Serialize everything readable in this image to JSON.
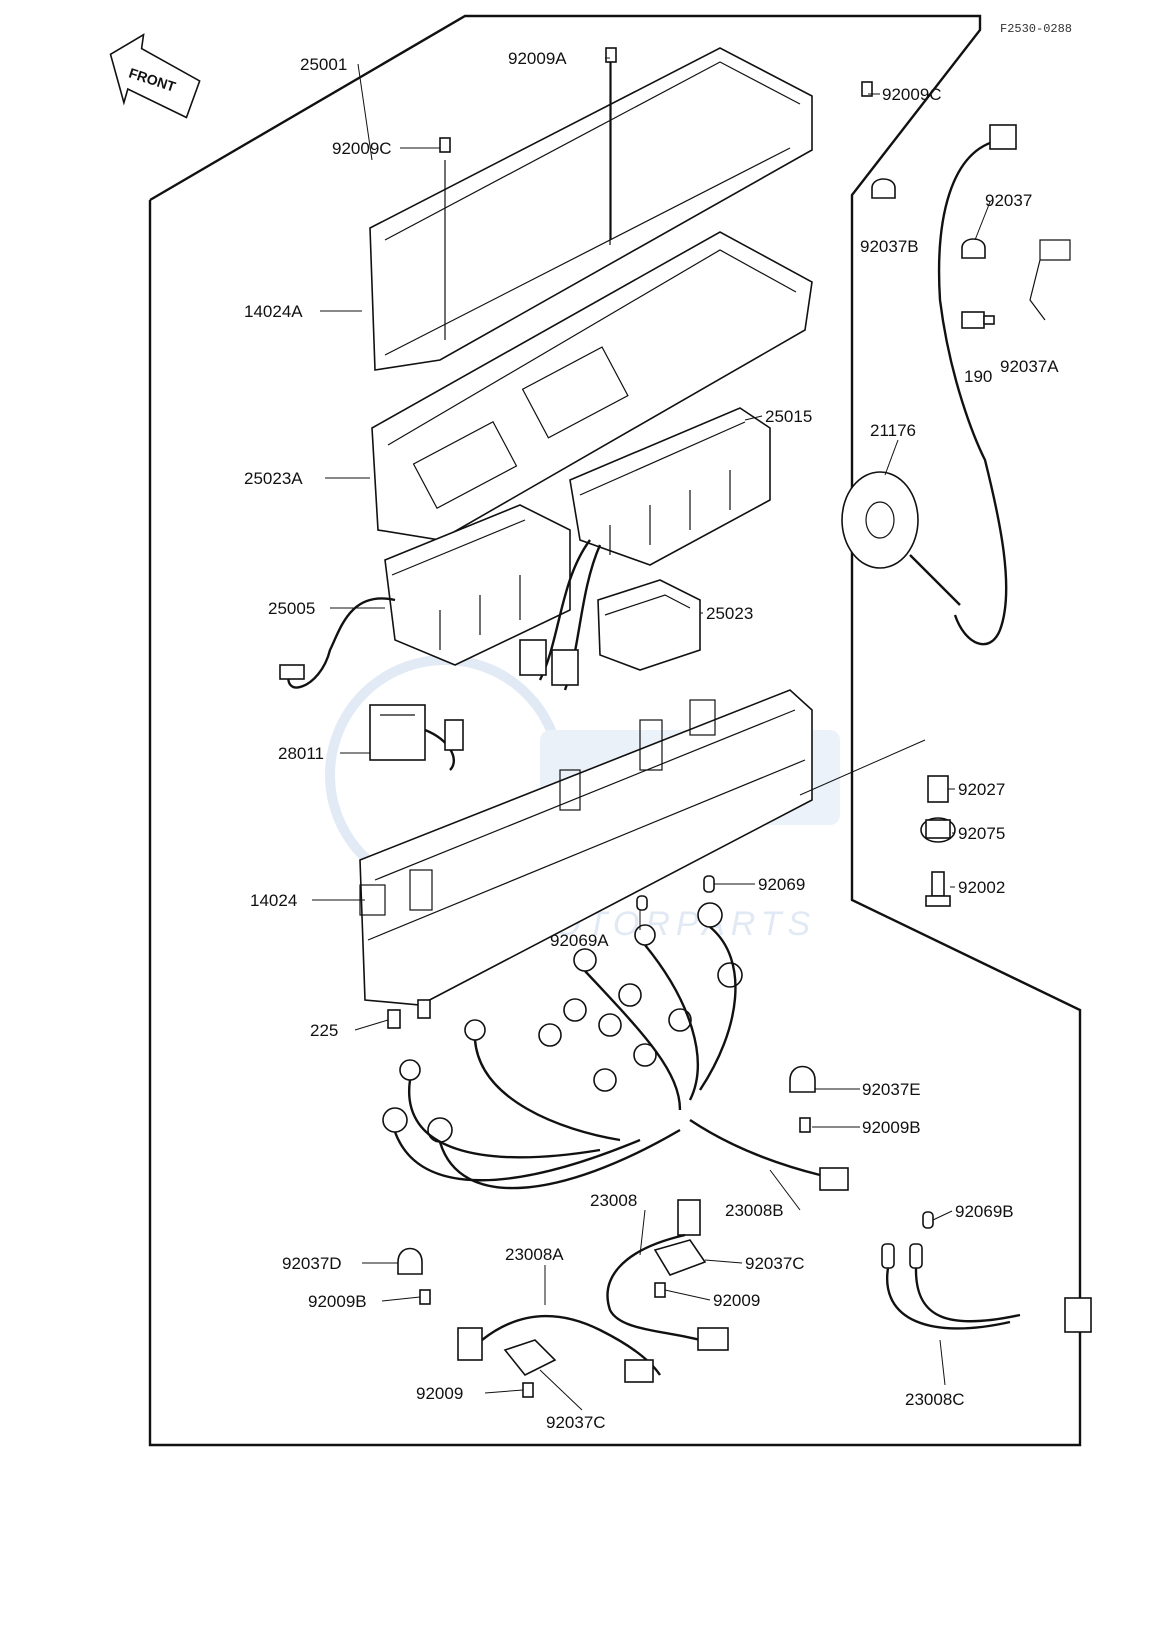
{
  "diagram": {
    "reference_code": "F2530-0288",
    "front_arrow_label": "FRONT",
    "watermark_brand": "MOTORPARTS"
  },
  "callouts": [
    {
      "id": "c01",
      "text": "25001"
    },
    {
      "id": "c02",
      "text": "92009A"
    },
    {
      "id": "c03",
      "text": "92009C"
    },
    {
      "id": "c04",
      "text": "92009C"
    },
    {
      "id": "c05",
      "text": "92037"
    },
    {
      "id": "c06",
      "text": "92037B"
    },
    {
      "id": "c07",
      "text": "14024A"
    },
    {
      "id": "c08",
      "text": "190"
    },
    {
      "id": "c09",
      "text": "92037A"
    },
    {
      "id": "c10",
      "text": "25015"
    },
    {
      "id": "c11",
      "text": "21176"
    },
    {
      "id": "c12",
      "text": "25023A"
    },
    {
      "id": "c13",
      "text": "25005"
    },
    {
      "id": "c14",
      "text": "25023"
    },
    {
      "id": "c15",
      "text": "28011"
    },
    {
      "id": "c16",
      "text": "92027"
    },
    {
      "id": "c17",
      "text": "92075"
    },
    {
      "id": "c18",
      "text": "14024"
    },
    {
      "id": "c19",
      "text": "92069"
    },
    {
      "id": "c20",
      "text": "92002"
    },
    {
      "id": "c21",
      "text": "92069A"
    },
    {
      "id": "c22",
      "text": "225"
    },
    {
      "id": "c23",
      "text": "92037E"
    },
    {
      "id": "c24",
      "text": "92009B"
    },
    {
      "id": "c25",
      "text": "23008"
    },
    {
      "id": "c26",
      "text": "23008B"
    },
    {
      "id": "c27",
      "text": "92069B"
    },
    {
      "id": "c28",
      "text": "92037D"
    },
    {
      "id": "c29",
      "text": "23008A"
    },
    {
      "id": "c30",
      "text": "92037C"
    },
    {
      "id": "c31",
      "text": "92009B"
    },
    {
      "id": "c32",
      "text": "92009"
    },
    {
      "id": "c33",
      "text": "92009"
    },
    {
      "id": "c34",
      "text": "92037C"
    },
    {
      "id": "c35",
      "text": "23008C"
    }
  ]
}
